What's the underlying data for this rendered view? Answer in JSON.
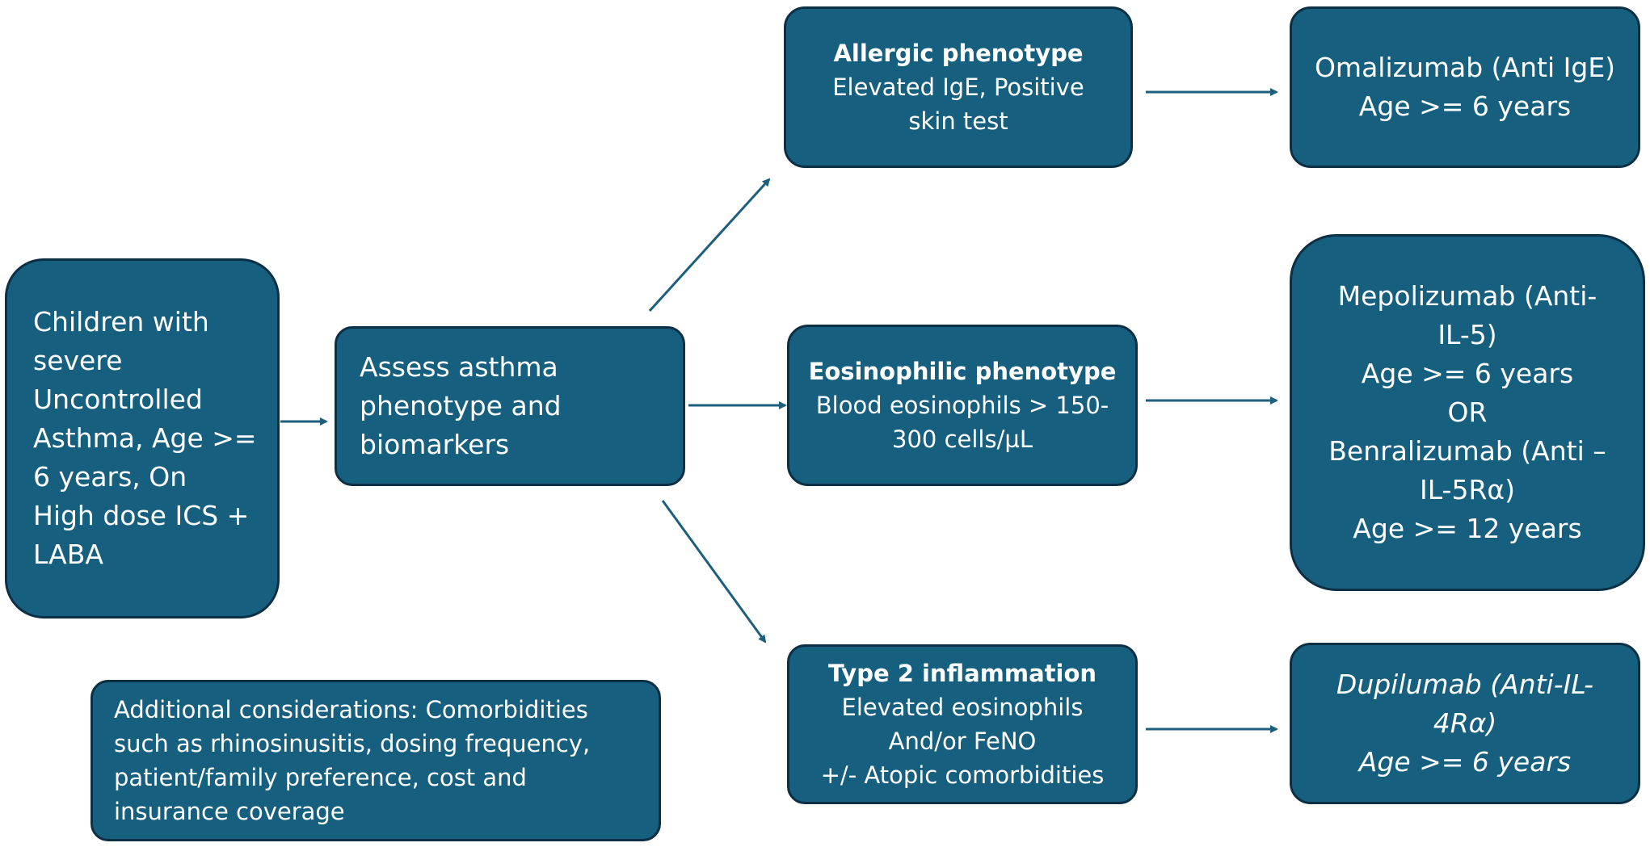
{
  "start": {
    "lines": [
      "Children with",
      "severe",
      "Uncontrolled",
      "Asthma, Age >=",
      "6 years, On",
      "High dose ICS +",
      "LABA"
    ]
  },
  "assess": {
    "lines": [
      "Assess asthma",
      "phenotype and",
      "biomarkers"
    ]
  },
  "allergic": {
    "title": "Allergic phenotype",
    "lines": [
      "Elevated IgE, Positive",
      "skin test"
    ]
  },
  "eosinophilic": {
    "title": "Eosinophilic phenotype",
    "lines": [
      "Blood eosinophils > 150-",
      "300 cells/µL"
    ]
  },
  "type2": {
    "title": "Type 2 inflammation",
    "lines": [
      "Elevated eosinophils",
      "And/or FeNO",
      "+/- Atopic comorbidities"
    ]
  },
  "omalizumab": {
    "lines": [
      "Omalizumab (Anti IgE)",
      "Age >= 6 years"
    ]
  },
  "mepolizumab": {
    "lines": [
      "Mepolizumab (Anti-",
      "IL-5)",
      "Age >= 6 years",
      "OR",
      "Benralizumab (Anti –",
      "IL-5Rα)",
      "Age >= 12 years"
    ]
  },
  "dupilumab": {
    "lines": [
      "Dupilumab (Anti-IL-",
      "4Rα)",
      "Age >= 6 years"
    ]
  },
  "additional": {
    "lines": [
      "Additional considerations: Comorbidities",
      "such as rhinosinusitis, dosing frequency,",
      "patient/family preference, cost and",
      "insurance coverage"
    ]
  },
  "colors": {
    "box_fill": "#165f7f",
    "box_border": "#0c2f44",
    "arrow": "#1d5f7c",
    "text": "#ffffff"
  }
}
